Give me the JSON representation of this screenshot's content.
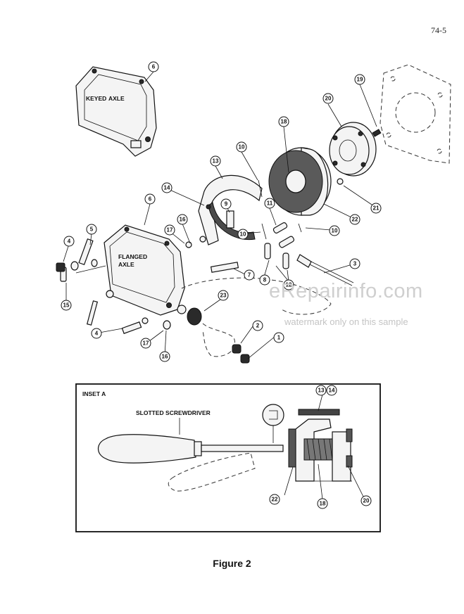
{
  "page_number": "74-5",
  "figure_caption": "Figure 2",
  "watermark": {
    "main": "eRepairinfo.com",
    "sub": "watermark only on this sample"
  },
  "labels": {
    "keyed_axle": [
      "KEYED",
      "AXLE"
    ],
    "flanged_axle": [
      "FLANGED",
      "AXLE"
    ],
    "inset_title": "INSET A",
    "slotted_screwdriver": "SLOTTED SCREWDRIVER"
  },
  "callouts": {
    "c6a": "6",
    "c6b": "6",
    "c19": "19",
    "c20": "20",
    "c18": "18",
    "c10a": "10",
    "c13": "13",
    "c14": "14",
    "c9": "9",
    "c11": "11",
    "c16a": "16",
    "c17a": "17",
    "c5": "5",
    "c4a": "4",
    "c10b": "10",
    "c10c": "10",
    "c22": "22",
    "c21": "21",
    "c3": "3",
    "c7": "7",
    "c8": "8",
    "c12": "12",
    "c15": "15",
    "c23": "23",
    "c4b": "4",
    "c2": "2",
    "c1": "1",
    "c17b": "17",
    "c16b": "16",
    "i13": "13",
    "i14": "14",
    "i22": "22",
    "i18": "18",
    "i20": "20"
  }
}
